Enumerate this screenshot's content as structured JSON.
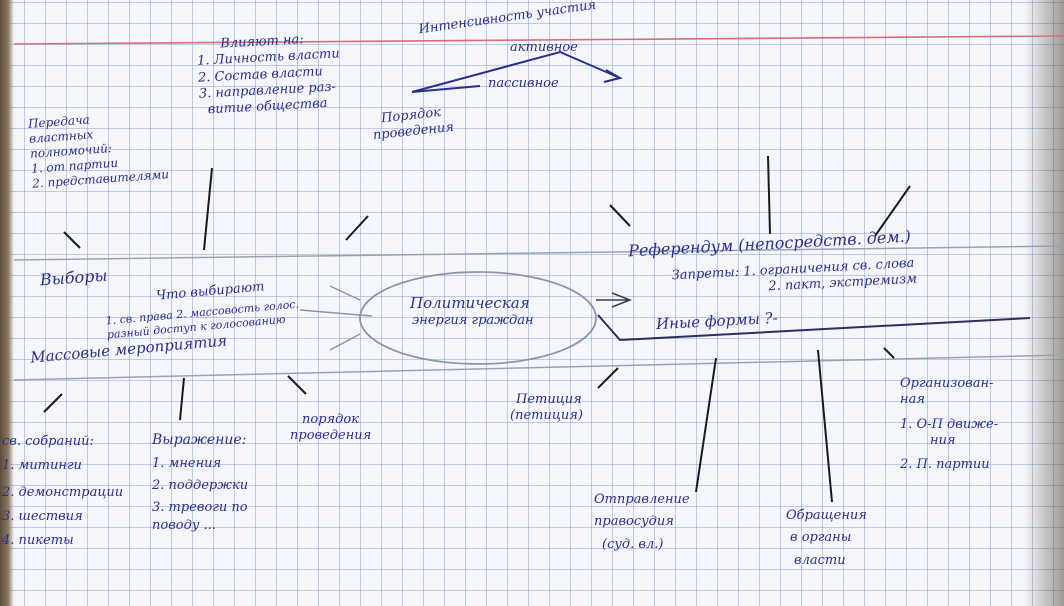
{
  "center": [
    "Политическая",
    "энергия граждан"
  ],
  "top_left_influence": {
    "title": "Влияют на:",
    "items": [
      "1. Личность власти",
      "2. Состав власти",
      "3. направление раз-",
      "витие общества"
    ]
  },
  "top_participation_degree": [
    "Интенсивность участия",
    "активное",
    "пассивное"
  ],
  "order_top": [
    "Порядок",
    "проведения"
  ],
  "left_delegation": {
    "lines": [
      "Передача",
      "властных",
      "полномочий:",
      "1. от партии",
      "2. представителями"
    ]
  },
  "elections": "Выборы",
  "referendum_label": "Что выбирают",
  "left_features": [
    "1. св. права 2. массовость голос.",
    "разный доступ к голосованию"
  ],
  "mass_events": "Массовые мероприятия",
  "events_list": [
    "св. собраний:",
    "1. митинги",
    "2. демонстрации",
    "3. шествия",
    "4. пикеты"
  ],
  "expression": [
    "Выражение:",
    "1. мнения",
    "2. поддержки",
    "3. тревоги по",
    "поводу ..."
  ],
  "order_bottom": [
    "порядок",
    "проведения"
  ],
  "referendum": "Референдум (непосредств. дем.)",
  "prohibitions": [
    "Запреты: 1. ограничения св. слова",
    "2. пакт, экстремизм"
  ],
  "other_forms": "Иные формы ?-",
  "petition": [
    "Петиция",
    "(петиция)"
  ],
  "justice": [
    "Отправление",
    "правосудия",
    "(суд. вл.)"
  ],
  "appeals": [
    "Обращения",
    "в органы",
    "власти"
  ],
  "organized": [
    "Организован-",
    "ная",
    "1. О-П движе-",
    "ния",
    "2. П. партии"
  ]
}
